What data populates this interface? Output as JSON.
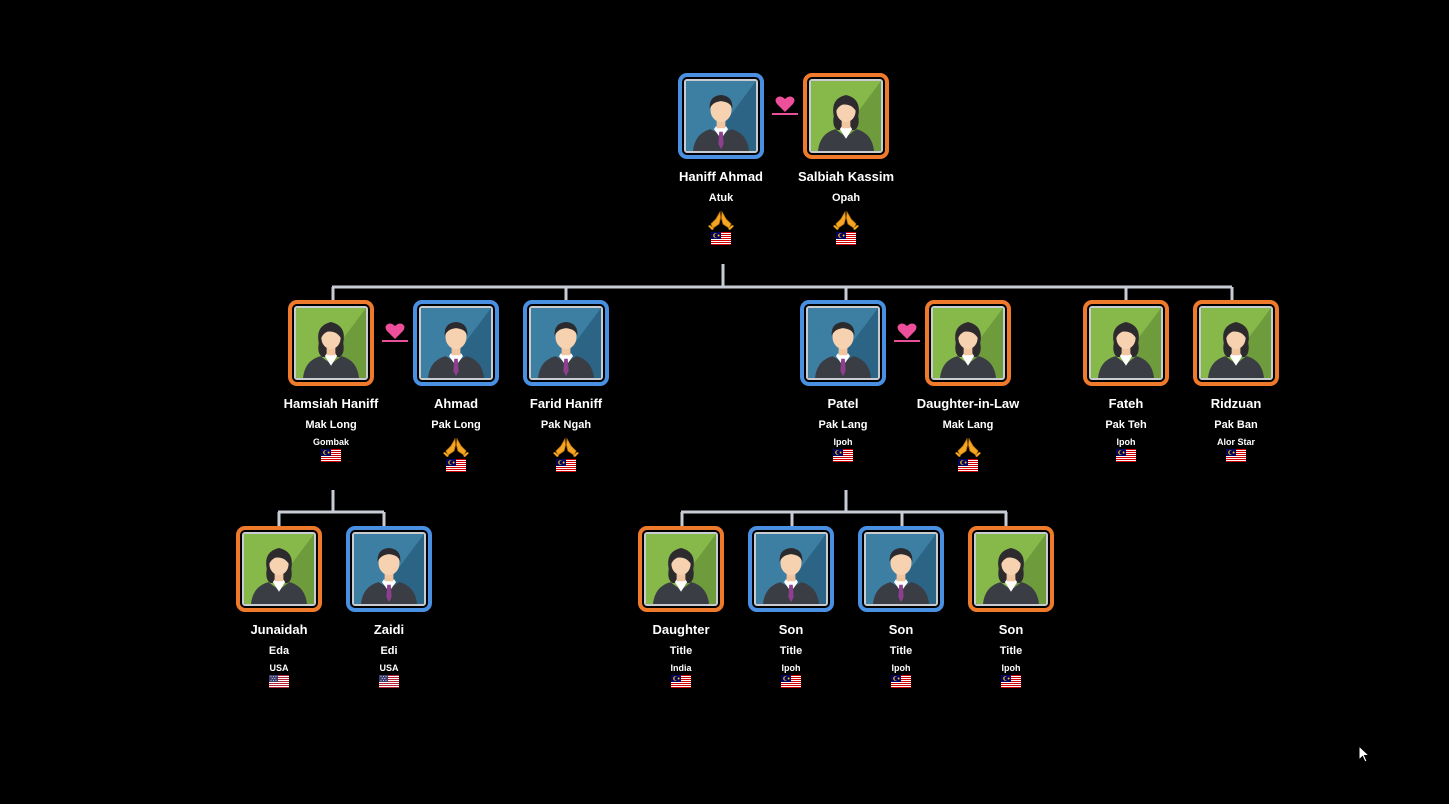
{
  "colors": {
    "background": "#000000",
    "male_border": "#4a90e2",
    "female_border": "#f07a2b",
    "connector": "#c8ccd4",
    "heart": "#ee4f9b",
    "deceased_icon": "#f5a623"
  },
  "icons": {
    "spouse": "heart-icon",
    "deceased": "praying-hands-icon",
    "malaysia_flag": "malaysia-flag-icon",
    "usa_flag": "usa-flag-icon"
  },
  "people": {
    "haniff_ahmad": {
      "name": "Haniff Ahmad",
      "title": "Atuk",
      "place": "",
      "deceased": true,
      "flag": "malaysia",
      "gender": "male"
    },
    "salbiah_kassim": {
      "name": "Salbiah Kassim",
      "title": "Opah",
      "place": "",
      "deceased": true,
      "flag": "malaysia",
      "gender": "female"
    },
    "hamsiah_haniff": {
      "name": "Hamsiah Haniff",
      "title": "Mak Long",
      "place": "Gombak",
      "deceased": false,
      "flag": "malaysia",
      "gender": "female"
    },
    "ahmad": {
      "name": "Ahmad",
      "title": "Pak Long",
      "place": "",
      "deceased": true,
      "flag": "malaysia",
      "gender": "male"
    },
    "farid_haniff": {
      "name": "Farid Haniff",
      "title": "Pak Ngah",
      "place": "",
      "deceased": true,
      "flag": "malaysia",
      "gender": "male"
    },
    "patel": {
      "name": "Patel",
      "title": "Pak Lang",
      "place": "Ipoh",
      "deceased": false,
      "flag": "malaysia",
      "gender": "male"
    },
    "daughter_in_law": {
      "name": "Daughter-in-Law",
      "title": "Mak Lang",
      "place": "",
      "deceased": true,
      "flag": "malaysia",
      "gender": "female"
    },
    "fateh": {
      "name": "Fateh",
      "title": "Pak Teh",
      "place": "Ipoh",
      "deceased": false,
      "flag": "malaysia",
      "gender": "female"
    },
    "ridzuan": {
      "name": "Ridzuan",
      "title": "Pak Ban",
      "place": "Alor Star",
      "deceased": false,
      "flag": "malaysia",
      "gender": "female"
    },
    "junaidah": {
      "name": "Junaidah",
      "title": "Eda",
      "place": "USA",
      "deceased": false,
      "flag": "usa",
      "gender": "female"
    },
    "zaidi": {
      "name": "Zaidi",
      "title": "Edi",
      "place": "USA",
      "deceased": false,
      "flag": "usa",
      "gender": "male"
    },
    "daughter": {
      "name": "Daughter",
      "title": "Title",
      "place": "India",
      "deceased": false,
      "flag": "malaysia",
      "gender": "female"
    },
    "son1": {
      "name": "Son",
      "title": "Title",
      "place": "Ipoh",
      "deceased": false,
      "flag": "malaysia",
      "gender": "male"
    },
    "son2": {
      "name": "Son",
      "title": "Title",
      "place": "Ipoh",
      "deceased": false,
      "flag": "malaysia",
      "gender": "male"
    },
    "son3": {
      "name": "Son",
      "title": "Title",
      "place": "Ipoh",
      "deceased": false,
      "flag": "malaysia",
      "gender": "female"
    }
  }
}
